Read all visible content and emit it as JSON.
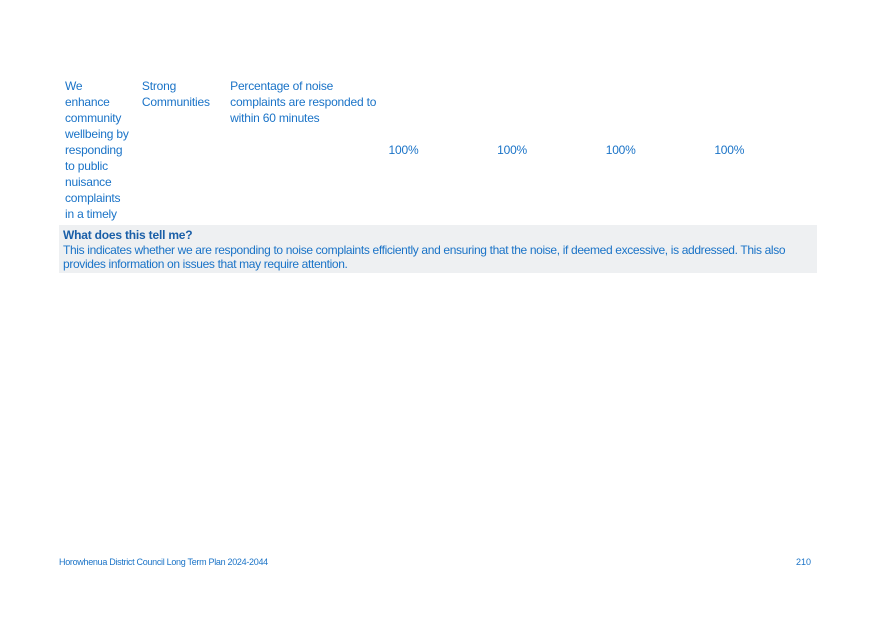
{
  "measure": {
    "outcome": "We enhance community wellbeing by responding to public nuisance complaints in a timely manner",
    "wellbeing": "Strong Communities",
    "description": "Percentage of noise complaints are responded to within 60 minutes",
    "targets": [
      "100%",
      "100%",
      "100%",
      "100%"
    ]
  },
  "tell": {
    "heading": "What does this tell me?",
    "body": "This indicates whether we are responding to noise complaints efficiently and ensuring that the noise, if deemed excessive, is addressed. This also provides information on issues that may require attention."
  },
  "footer": {
    "left": "Horowhenua District Council Long Term Plan 2024-2044",
    "page_number": "210"
  },
  "colors": {
    "text": "#1a73c7",
    "heading": "#1a5fa8",
    "box_bg": "#eef0f2"
  }
}
